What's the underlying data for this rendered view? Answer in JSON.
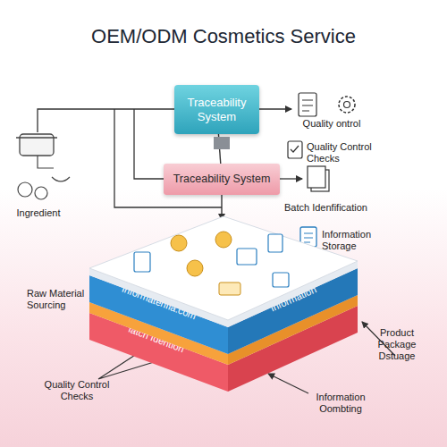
{
  "diagram": {
    "title": "OEM/ODM Cosmetics Service",
    "nodes": [
      {
        "text": [
          "Traceability System"
        ]
      },
      {
        "text": [
          "Traceability System"
        ]
      },
      {
        "text": [
          "Informatenfia.com",
          "Information"
        ]
      },
      {
        "text": [
          "latch Idention"
        ]
      }
    ],
    "edges": [
      {
        "from": 0,
        "to": 1,
        "arrow": "none"
      }
    ],
    "labels": [
      "Quality ontrol",
      "Quality Control Checks",
      "Batch Idenfification",
      "Ingredient",
      "Information Storage",
      "Raw Material Sourcing",
      "Product Package Dstuage",
      "Quality Control Checks",
      "Information Oombting"
    ]
  }
}
